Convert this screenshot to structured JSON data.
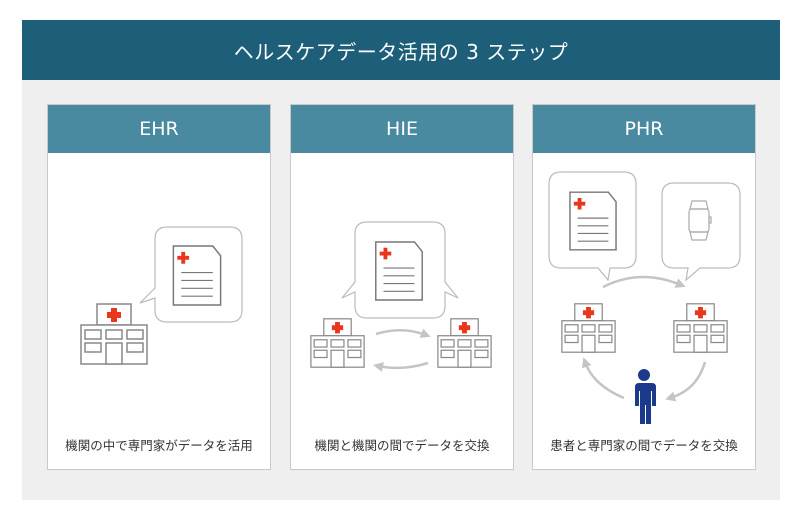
{
  "title": "ヘルスケアデータ活用の 3 ステップ",
  "colors": {
    "title_bg": "#1d5f79",
    "card_head_bg": "#4a8aa0",
    "cross": "#e8371d",
    "person": "#1b3a8c",
    "line": "#888888",
    "arrow": "#c4c4c4"
  },
  "cards": [
    {
      "label": "EHR",
      "caption": "機関の中で専門家がデータを活用"
    },
    {
      "label": "HIE",
      "caption": "機関と機関の間でデータを交換"
    },
    {
      "label": "PHR",
      "caption": "患者と専門家の間でデータを交換"
    }
  ]
}
